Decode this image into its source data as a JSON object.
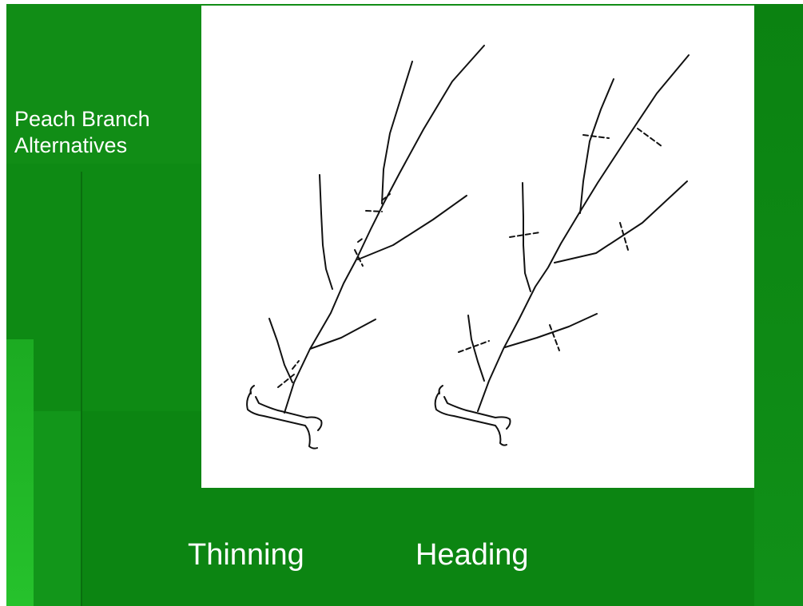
{
  "slide": {
    "title_lines": [
      "Peach Branch",
      "Alternatives"
    ],
    "captions": {
      "thinning": "Thinning",
      "heading": "Heading"
    }
  },
  "colors": {
    "background": "#0d8a13",
    "background_light": "#1aa61f",
    "background_dark": "#0a7410",
    "text": "#ffffff",
    "drawing_ink": "#111111"
  }
}
